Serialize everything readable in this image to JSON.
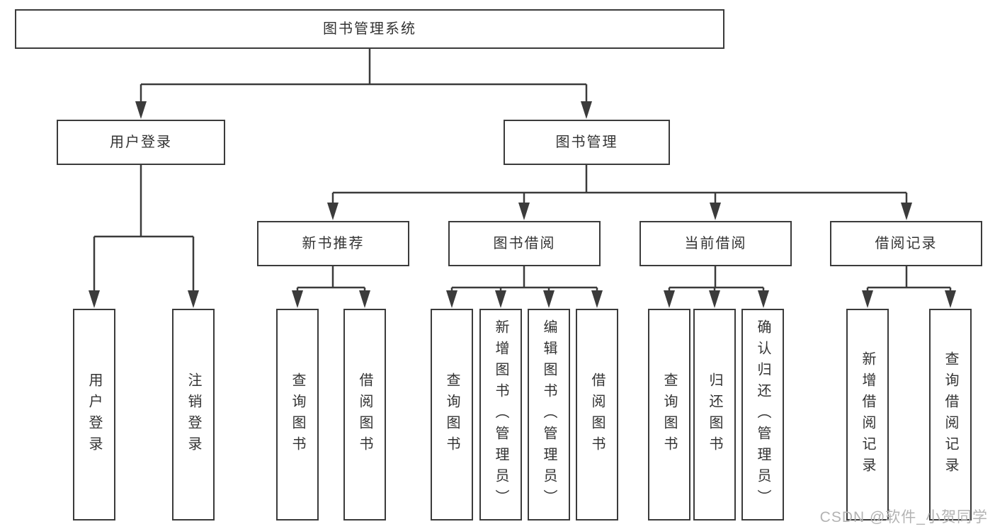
{
  "nodes": {
    "root": "图书管理系统",
    "user_login": "用户登录",
    "book_management": "图书管理",
    "leaf_user_login": "用户登录",
    "leaf_logout_login": "注销登录",
    "new_book_recommend": "新书推荐",
    "book_borrow": "图书借阅",
    "current_borrow": "当前借阅",
    "borrow_records": "借阅记录",
    "nbr_query_book": "查询图书",
    "nbr_borrow_book": "借阅图书",
    "bb_query_book": "查询图书",
    "bb_add_book": "新增图书（管理员）",
    "bb_edit_book": "编辑图书（管理员）",
    "bb_borrow_book": "借阅图书",
    "cb_query_book": "查询图书",
    "cb_return_book": "归还图书",
    "cb_confirm_return": "确认归还（管理员）",
    "br_add_record": "新增借阅记录",
    "br_query_record": "查询借阅记录"
  },
  "watermark": "CSDN @软件_小贺同学",
  "colors": {
    "line": "#3b3b3b",
    "text": "#333333",
    "watermark": "#b3b3b3",
    "background": "#ffffff"
  }
}
